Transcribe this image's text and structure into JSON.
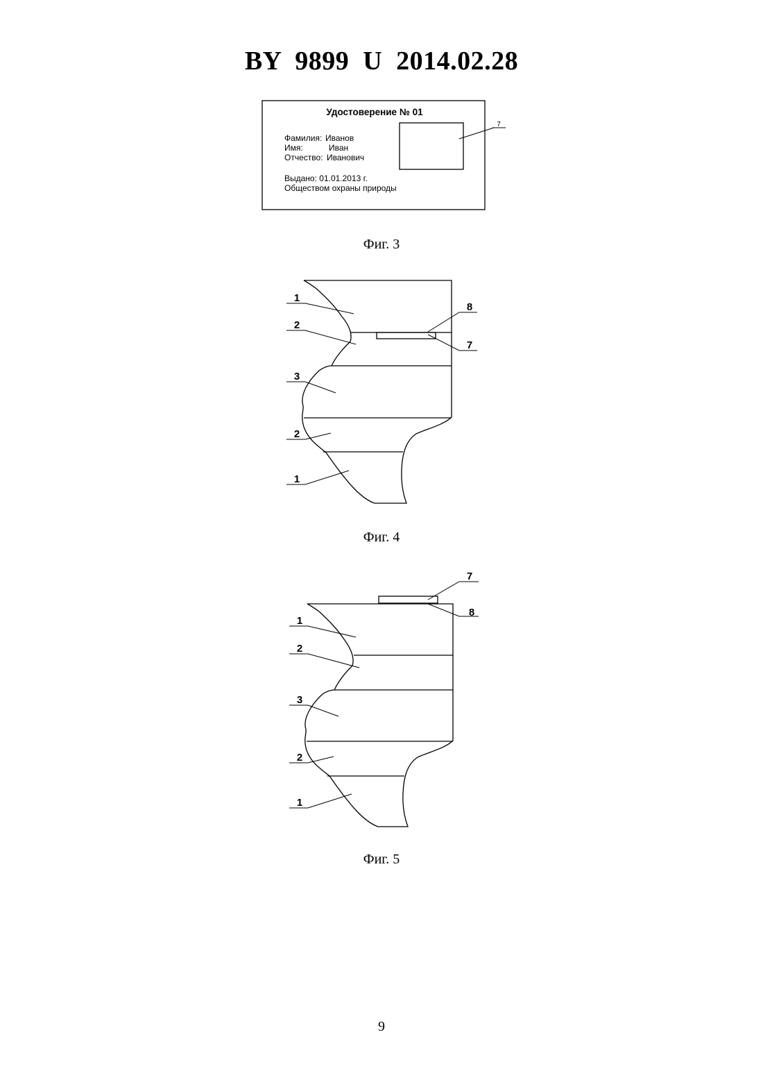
{
  "header": {
    "title": "BY  9899  U  2014.02.28"
  },
  "figure3": {
    "caption": "Фиг. 3",
    "card": {
      "title": "Удостоверение № 01",
      "surname_label": "Фамилия:",
      "surname_value": "Иванов",
      "name_label": "Имя:",
      "name_value": "Иван",
      "patronymic_label": "Отчество:",
      "patronymic_value": "Иванович",
      "issued_line": "Выдано: 01.01.2013 г.",
      "issuer_line": "Обществом охраны природы"
    },
    "photo_ref": "7"
  },
  "figure4": {
    "caption": "Фиг. 4",
    "refs": [
      "1",
      "2",
      "3",
      "2",
      "1",
      "8",
      "7"
    ]
  },
  "figure5": {
    "caption": "Фиг. 5",
    "refs": [
      "7",
      "8",
      "1",
      "2",
      "3",
      "2",
      "1"
    ]
  },
  "page": {
    "number": "9"
  }
}
